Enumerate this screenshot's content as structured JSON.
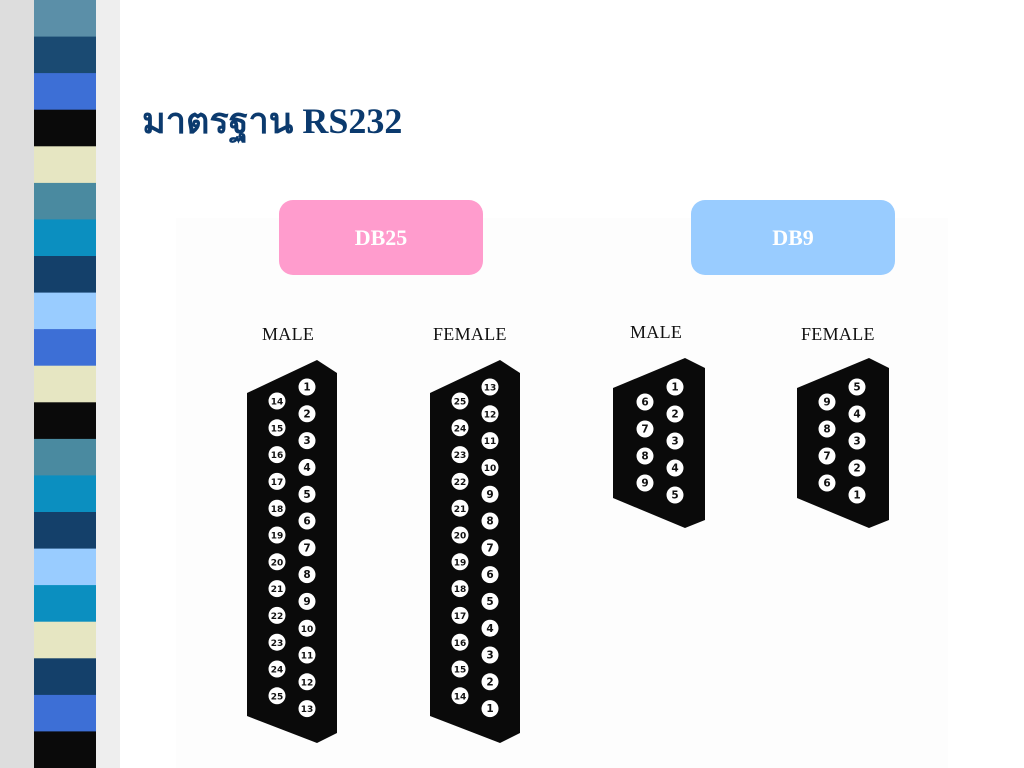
{
  "title": "มาตรฐาน RS232",
  "groups": [
    {
      "label": "DB25",
      "color": "#ff9ccd"
    },
    {
      "label": "DB9",
      "color": "#99ccff"
    }
  ],
  "connectors": [
    {
      "label": "MALE",
      "left_pins": [
        "14",
        "15",
        "16",
        "17",
        "18",
        "19",
        "20",
        "21",
        "22",
        "23",
        "24",
        "25"
      ],
      "right_pins": [
        "1",
        "2",
        "3",
        "4",
        "5",
        "6",
        "7",
        "8",
        "9",
        "10",
        "11",
        "12",
        "13"
      ]
    },
    {
      "label": "FEMALE",
      "left_pins": [
        "25",
        "24",
        "23",
        "22",
        "21",
        "20",
        "19",
        "18",
        "17",
        "16",
        "15",
        "14"
      ],
      "right_pins": [
        "13",
        "12",
        "11",
        "10",
        "9",
        "8",
        "7",
        "6",
        "5",
        "4",
        "3",
        "2",
        "1"
      ]
    },
    {
      "label": "MALE",
      "left_pins": [
        "6",
        "7",
        "8",
        "9"
      ],
      "right_pins": [
        "1",
        "2",
        "3",
        "4",
        "5"
      ]
    },
    {
      "label": "FEMALE",
      "left_pins": [
        "9",
        "8",
        "7",
        "6"
      ],
      "right_pins": [
        "5",
        "4",
        "3",
        "2",
        "1"
      ]
    }
  ],
  "colors": {
    "title": "#0b3a6e",
    "connector_body": "#0a0a0a",
    "pin_fill": "#ffffff",
    "stripe": [
      "#5b8fa8",
      "#1a4a72",
      "#3d6fd6",
      "#0a0a0a",
      "#e6e6c2",
      "#4a8aa0",
      "#0b8fc0",
      "#14406a",
      "#99ccff",
      "#3d6fd6",
      "#e6e6c2",
      "#0a0a0a",
      "#4a8aa0",
      "#0b8fc0",
      "#14406a",
      "#99ccff",
      "#0b8fc0",
      "#e6e6c2",
      "#14406a",
      "#3d6fd6",
      "#0a0a0a"
    ]
  }
}
